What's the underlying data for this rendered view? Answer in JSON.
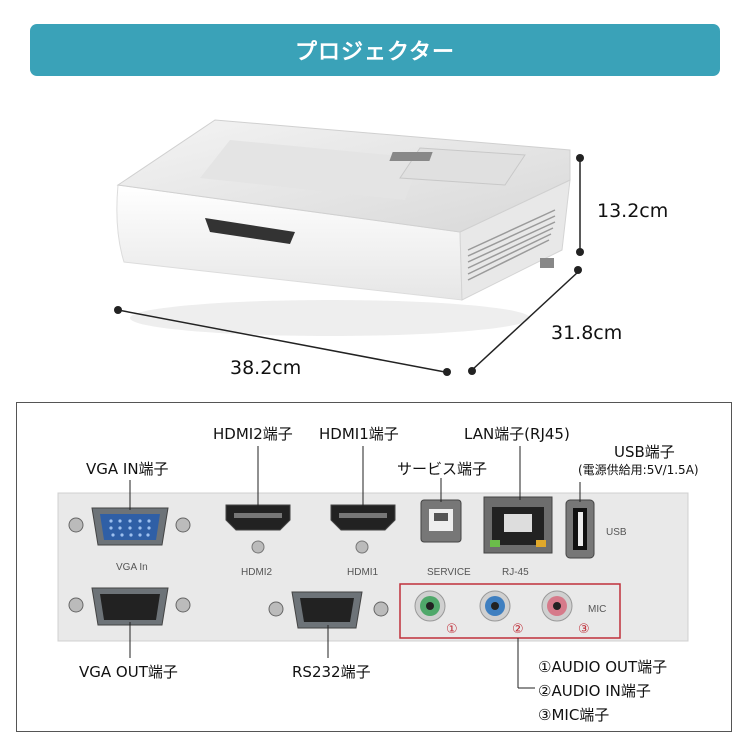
{
  "banner": {
    "title": "プロジェクター"
  },
  "dimensions": {
    "height": "13.2cm",
    "depth": "31.8cm",
    "width": "38.2cm"
  },
  "ports": {
    "vga_in": "VGA IN端子",
    "vga_out": "VGA OUT端子",
    "hdmi2": "HDMI2端子",
    "hdmi1": "HDMI1端子",
    "service": "サービス端子",
    "lan": "LAN端子(RJ45)",
    "usb": "USB端子",
    "usb_note": "(電源供給用:5V/1.5A)",
    "rs232": "RS232端子",
    "audio_out": "①AUDIO OUT端子",
    "audio_in": "②AUDIO IN端子",
    "mic": "③MIC端子"
  },
  "panel_printed": {
    "vga_in": "VGA In",
    "hdmi2": "HDMI2",
    "hdmi1": "HDMI1",
    "service": "SERVICE",
    "rj45": "RJ-45",
    "usb": "USB",
    "mic": "MIC",
    "num1": "①",
    "num2": "②",
    "num3": "③"
  },
  "colors": {
    "banner": "#3aa2b8",
    "callout": "#c0303a",
    "audio_out": "#4fa86a",
    "audio_in": "#3f7fc0",
    "mic": "#d67a8a"
  }
}
